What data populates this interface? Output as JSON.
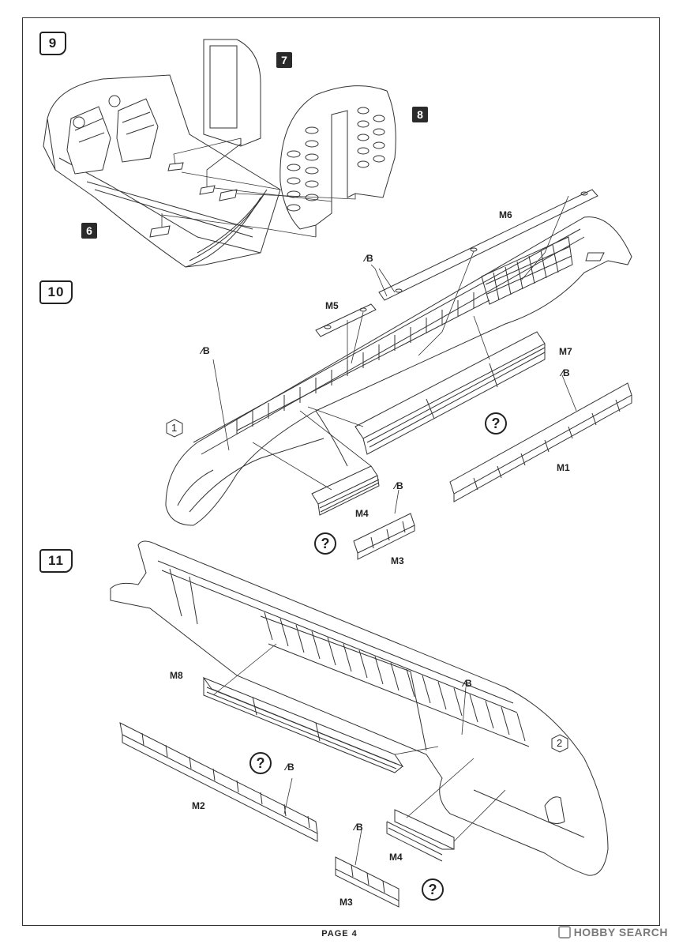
{
  "steps": {
    "s9": "9",
    "s10": "10",
    "s11": "11"
  },
  "parts": {
    "p7": "7",
    "p8": "8",
    "p6": "6"
  },
  "labels": {
    "m6": "M6",
    "m5": "M5",
    "m7": "M7",
    "m1": "M1",
    "m4a": "M4",
    "m3a": "M3",
    "m8": "M8",
    "m2": "M2",
    "m4b": "M4",
    "m3b": "M3"
  },
  "glue": "B",
  "question": "?",
  "hex": {
    "h1": "1",
    "h2": "2"
  },
  "page": "PAGE 4",
  "watermark": "HOBBY SEARCH"
}
